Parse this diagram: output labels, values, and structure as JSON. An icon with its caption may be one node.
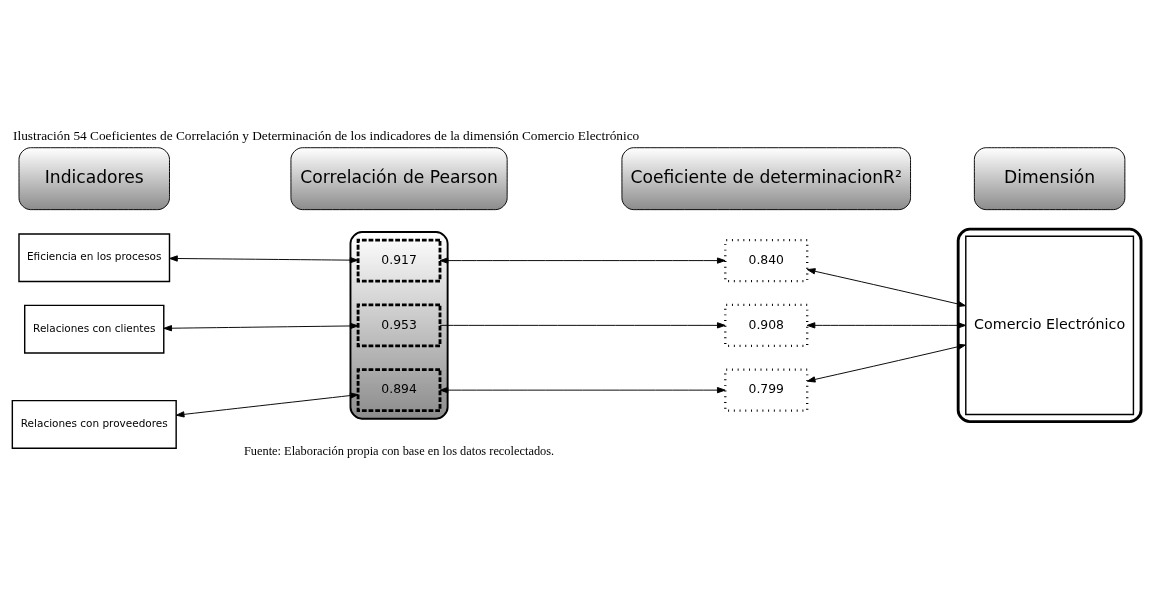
{
  "diagram": {
    "title": "Ilustración 54 Coeficientes de Correlación y Determinación de los indicadores de la dimensión Comercio Electrónico",
    "caption": "Fuente: Elaboración propia con base en los datos recolectados.",
    "nodes": [
      {
        "text": [
          "Indicadores"
        ]
      },
      {
        "text": [
          "Correlación de Pearson"
        ]
      },
      {
        "text": [
          "Coeficiente de determinacionR²"
        ]
      },
      {
        "text": [
          "Dimensión"
        ]
      },
      {
        "text": [],
        "shape": "box"
      },
      {
        "text": [],
        "shape": "box"
      },
      {
        "text": [
          "Comercio Electrónico"
        ],
        "in": 5
      },
      {
        "text": [
          "Eficiencia en los procesos"
        ]
      },
      {
        "text": [
          "Relaciones con clientes"
        ]
      },
      {
        "text": [
          "Relaciones con proveedores"
        ]
      },
      {
        "text": [
          "0.917"
        ],
        "in": 4
      },
      {
        "text": [
          "0.953"
        ],
        "in": 4
      },
      {
        "text": [
          "0.894"
        ],
        "in": 4
      },
      {
        "text": [
          "0.840"
        ]
      },
      {
        "text": [
          "0.908"
        ]
      },
      {
        "text": [
          "0.799"
        ]
      }
    ],
    "edges": [
      {
        "from": 7,
        "to": 10,
        "arrow": "both"
      },
      {
        "from": 10,
        "to": 13,
        "arrow": "both"
      },
      {
        "from": 13,
        "to": 6,
        "arrow": "both"
      },
      {
        "from": 8,
        "to": 11,
        "arrow": "both"
      },
      {
        "from": 11,
        "to": 14,
        "arrow": "to"
      },
      {
        "from": 14,
        "to": 6,
        "arrow": "both"
      },
      {
        "from": 9,
        "to": 12,
        "arrow": "both"
      },
      {
        "from": 12,
        "to": 15,
        "arrow": "both"
      },
      {
        "from": 15,
        "to": 6,
        "arrow": "both"
      }
    ]
  }
}
